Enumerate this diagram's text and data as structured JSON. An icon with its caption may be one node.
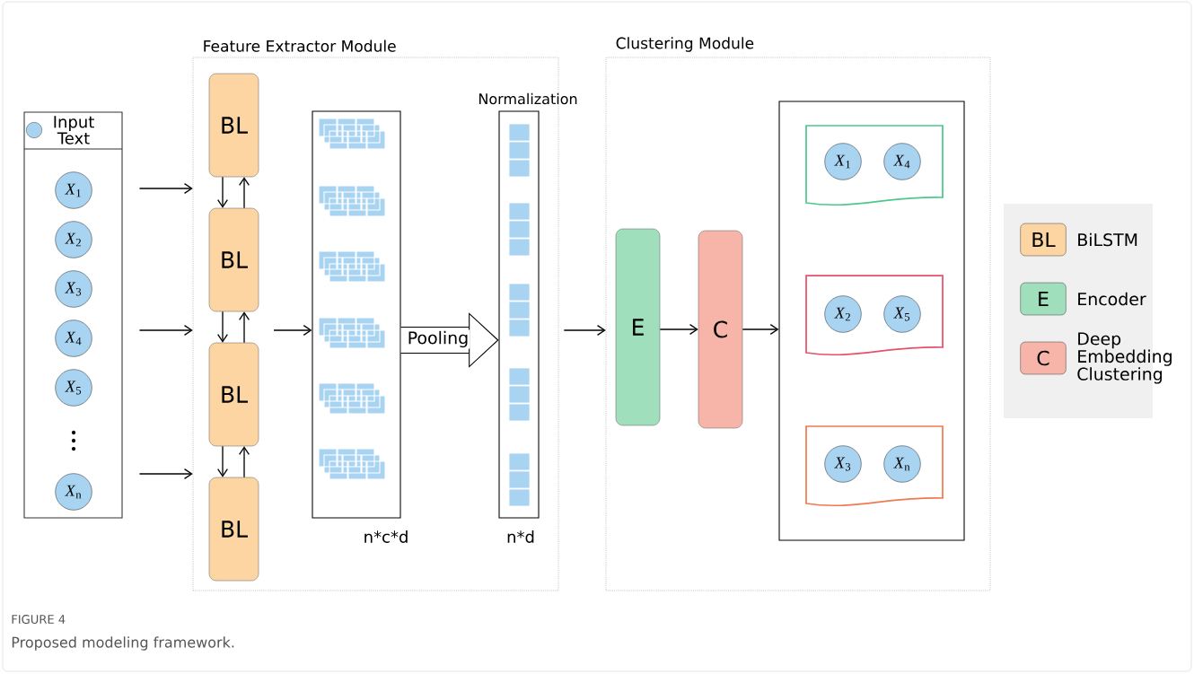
{
  "diagram": {
    "caption": "Proposed modeling framework.",
    "nodes": [
      {
        "text": [
          "Feature Extractor Module"
        ]
      },
      {
        "text": [
          "Clustering Module"
        ]
      },
      {
        "text": [
          "Input Text"
        ]
      },
      {
        "text": [
          "*X*$_{1}$"
        ],
        "in": 2
      },
      {
        "text": [
          "*X*$_{2}$"
        ],
        "in": 2
      },
      {
        "text": [
          "*X*$_{3}$"
        ],
        "in": 2
      },
      {
        "text": [
          "*X*$_{4}$"
        ],
        "in": 2
      },
      {
        "text": [
          "*X*$_{5}$"
        ],
        "in": 2
      },
      {
        "text": [
          "*X*$_{n}$"
        ],
        "in": 2
      },
      {
        "text": [
          "BL"
        ],
        "in": 0
      },
      {
        "text": [
          "BL"
        ],
        "in": 0
      },
      {
        "text": [
          "BL"
        ],
        "in": 0
      },
      {
        "text": [
          "BL"
        ],
        "in": 0
      },
      {
        "text": [],
        "shape": "box",
        "beside": [
          "n*c*d"
        ],
        "in": 0
      },
      {
        "text": [],
        "shape": "box",
        "beside": [
          "Normalization",
          "n*d"
        ],
        "in": 0
      },
      {
        "text": [
          "E"
        ],
        "in": 1
      },
      {
        "text": [
          "C"
        ],
        "in": 1
      },
      {
        "text": [],
        "shape": "box",
        "in": 1
      },
      {
        "text": [],
        "shape": "document",
        "in": 17
      },
      {
        "text": [],
        "shape": "document",
        "in": 17
      },
      {
        "text": [],
        "shape": "document",
        "in": 17
      },
      {
        "text": [
          "*X*$_{1}$"
        ],
        "in": 18
      },
      {
        "text": [
          "*X*$_{4}$"
        ],
        "in": 18
      },
      {
        "text": [
          "*X*$_{2}$"
        ],
        "in": 19
      },
      {
        "text": [
          "*X*$_{5}$"
        ],
        "in": 19
      },
      {
        "text": [
          "*X*$_{3}$"
        ],
        "in": 20
      },
      {
        "text": [
          "*X*$_{n}$"
        ],
        "in": 20
      }
    ],
    "edges": [
      {
        "from": 2,
        "to": 0,
        "arrow": "to"
      },
      {
        "from": 2,
        "to": 0,
        "arrow": "to"
      },
      {
        "from": 2,
        "to": 0,
        "arrow": "to"
      },
      {
        "from": 9,
        "to": 10,
        "arrow": "to"
      },
      {
        "from": 10,
        "to": 9,
        "arrow": "to"
      },
      {
        "from": 10,
        "to": 11,
        "arrow": "to"
      },
      {
        "from": 11,
        "to": 10,
        "arrow": "to"
      },
      {
        "from": 11,
        "to": 12,
        "arrow": "to"
      },
      {
        "from": 12,
        "to": 11,
        "arrow": "to"
      },
      {
        "from": null,
        "to": 13,
        "arrow": "to"
      },
      {
        "from": 13,
        "to": 14,
        "arrow": "to",
        "label": "Pooling",
        "style": "thick"
      },
      {
        "from": 0,
        "to": 1,
        "arrow": "to"
      },
      {
        "from": 15,
        "to": 16,
        "arrow": "to"
      },
      {
        "from": 16,
        "to": 17,
        "arrow": "to"
      }
    ],
    "labels": [
      "BL",
      "E",
      "C",
      "FIGURE 4"
    ],
    "legend": [
      {
        "text": "BiLSTM",
        "color": "#fdd5a3"
      },
      {
        "text": "Encoder",
        "color": "#9fdfbb"
      },
      {
        "text": "Deep Embedding Clustering",
        "color": "#f6b5a8"
      }
    ]
  }
}
